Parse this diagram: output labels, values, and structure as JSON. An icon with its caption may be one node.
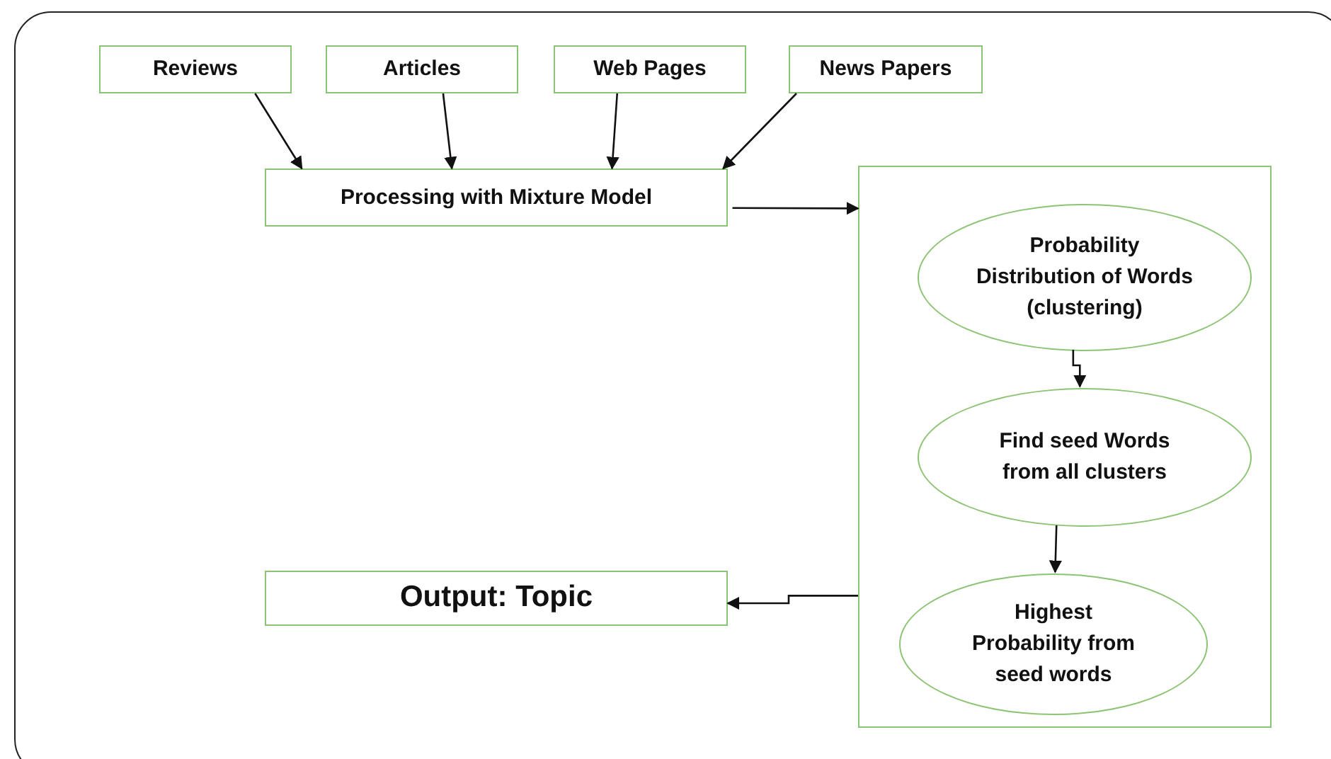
{
  "diagram": {
    "nodes": [
      {
        "text": [
          "Reviews"
        ]
      },
      {
        "text": [
          "Articles"
        ]
      },
      {
        "text": [
          "Web Pages"
        ]
      },
      {
        "text": [
          "News Papers"
        ]
      },
      {
        "text": [
          "Processing with Mixture Model"
        ]
      },
      {
        "text": [],
        "shape": "box"
      },
      {
        "text": [
          "Probability Distribution of Words (clustering)"
        ],
        "in": 5
      },
      {
        "text": [
          "Find seed Words from all clusters"
        ],
        "in": 5
      },
      {
        "text": [
          "Highest Probability from seed words"
        ],
        "in": 5
      },
      {
        "text": [
          "Output: Topic"
        ]
      }
    ],
    "edges": [
      {
        "from": 0,
        "to": 4,
        "arrow": "to"
      },
      {
        "from": 1,
        "to": 4,
        "arrow": "to"
      },
      {
        "from": 2,
        "to": 4,
        "arrow": "to"
      },
      {
        "from": 3,
        "to": 4,
        "arrow": "to"
      },
      {
        "from": 4,
        "to": 5,
        "arrow": "to"
      },
      {
        "from": 6,
        "to": 7,
        "arrow": "to"
      },
      {
        "from": 7,
        "to": 8,
        "arrow": "to"
      },
      {
        "from": 5,
        "to": 9,
        "arrow": "to"
      }
    ]
  }
}
